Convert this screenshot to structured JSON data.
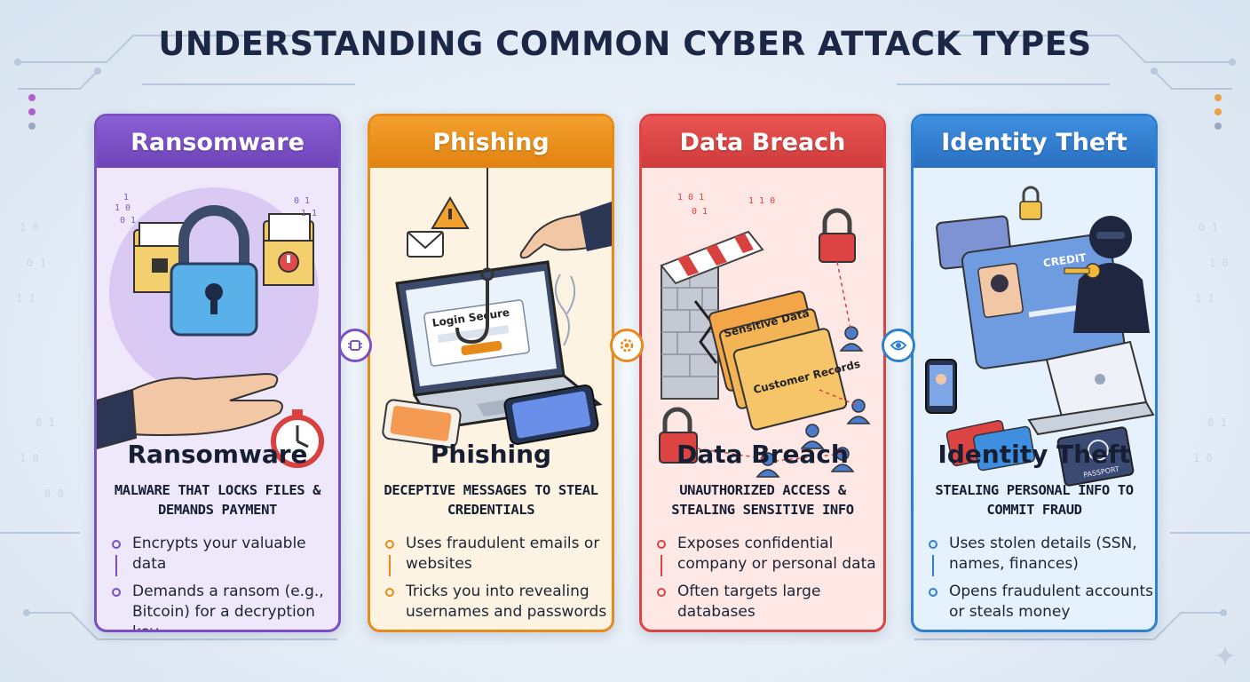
{
  "title": "UNDERSTANDING COMMON CYBER ATTACK TYPES",
  "cards": [
    {
      "header": "Ransomware",
      "name": "Ransomware",
      "subtitle": "MALWARE THAT LOCKS FILES & DEMANDS PAYMENT",
      "bullets": [
        "Encrypts your valuable data",
        "Demands a ransom (e.g., Bitcoin) for a decryption key"
      ],
      "color": "#7a4fc4",
      "bg": "#efe7fa"
    },
    {
      "header": "Phishing",
      "name": "Phishing",
      "subtitle": "DECEPTIVE MESSAGES TO STEAL CREDENTIALS",
      "bullets": [
        "Uses fraudulent emails or websites",
        "Tricks you into revealing usernames and passwords"
      ],
      "illustration_texts": [
        "Login Secure"
      ],
      "color": "#e88a1a",
      "bg": "#fdf3e2"
    },
    {
      "header": "Data Breach",
      "name": "Data Breach",
      "subtitle": "UNAUTHORIZED ACCESS & STEALING SENSITIVE INFO",
      "bullets": [
        "Exposes confidential company or personal data",
        "Often targets large databases"
      ],
      "illustration_texts": [
        "Sensitive Data",
        "Customer Records"
      ],
      "color": "#dc4444",
      "bg": "#fde8e6"
    },
    {
      "header": "Identity Theft",
      "name": "Identity Theft",
      "subtitle": "STEALING PERSONAL INFO TO COMMIT FRAUD",
      "bullets": [
        "Uses stolen details (SSN, names, finances)",
        "Opens fraudulent accounts or steals money"
      ],
      "illustration_texts": [
        "CREDIT",
        "PASSPORT"
      ],
      "color": "#2f7fd1",
      "bg": "#e5f1fc"
    }
  ],
  "icons": {
    "ransomware": [
      "file-folder-icon",
      "padlock-icon",
      "hand-icon",
      "stopwatch-icon",
      "warning-folder-icon"
    ],
    "phishing": [
      "laptop-icon",
      "fishing-hook-icon",
      "email-icon",
      "warning-icon",
      "phone-icon",
      "hand-icon"
    ],
    "data_breach": [
      "firewall-icon",
      "folder-icon",
      "padlock-icon",
      "user-icon"
    ],
    "identity_theft": [
      "credit-card-icon",
      "thief-icon",
      "key-icon",
      "phone-icon",
      "laptop-icon",
      "passport-icon"
    ],
    "connectors": [
      "chip-icon",
      "gear-icon",
      "lock-eye-icon"
    ],
    "corner": "sparkle-icon"
  }
}
